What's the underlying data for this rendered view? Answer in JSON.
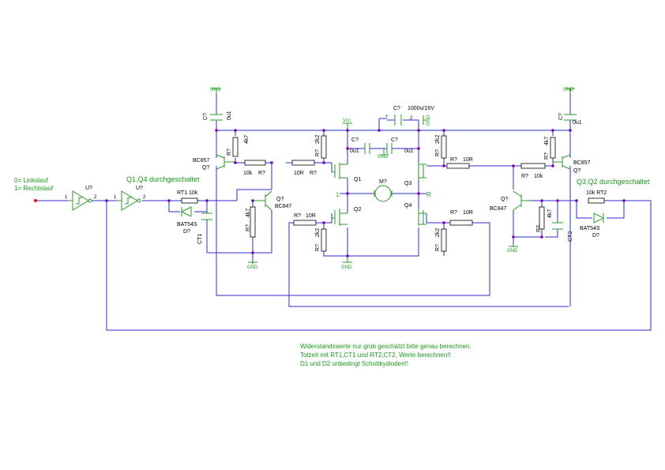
{
  "inputs": {
    "line1": "0= Linkslauf",
    "line2": "1= Rechtslauf"
  },
  "inverters": [
    {
      "ref": "U?",
      "pin_in": "1",
      "pin_out": "2"
    },
    {
      "ref": "U?",
      "pin_in": "1",
      "pin_out": "2"
    }
  ],
  "notes": {
    "q1q4": "Q1,Q4 durchgeschaltet",
    "q3q2": "Q3,Q2 durchgeschaltet",
    "line1": "Widerstandswerte nur grob geschätzt bitte genau berechnen.",
    "line2": "Totzeit mit RT1,CT1 und RT2,CT2. Werte berechnen!!",
    "line3": "D1 und D2 unbedingt Schottkydioden!!"
  },
  "nets": {
    "gnd": "GND",
    "vcc": "Vcc",
    "left": "L",
    "right": "R",
    "motor": "M?"
  },
  "capacitors": {
    "c_left_ref": "C?",
    "c_left_val": "0u1",
    "c_right_ref": "C?",
    "c_right_val": "0u1",
    "c_top_ref": "C?",
    "c_top_val": "1000u/16V",
    "c_mid1_ref": "C?",
    "c_mid1_val": "0u1",
    "c_mid2_ref": "C?",
    "c_mid2_val": "0u1",
    "ct1": "CT1",
    "ct2": "CT2",
    "plus1": "+",
    "plus2": "2"
  },
  "resistors": {
    "rt1": "RT1 10k",
    "rt2": "10k RT2",
    "r_l_base": "R?",
    "r_l_base_val": "4k7",
    "r_l_ser": "10k",
    "r_l_ser_ref": "R?",
    "r_l_10r_val": "10R",
    "r_l_10r_ref": "R?",
    "r_l_2k2_top_ref": "R?",
    "r_l_2k2_top_val": "2k2",
    "r_l_4k7_low_ref": "R?",
    "r_l_4k7_low_val": "4k7",
    "r_l_10r_low_ref": "R?",
    "r_l_10r_low_val": "10R",
    "r_l_2k2_low_ref": "R?",
    "r_l_2k2_low_val": "2k2",
    "r_r_2k2_top_ref": "R?",
    "r_r_2k2_top_val": "2k2",
    "r_r_10r_ref": "R?",
    "r_r_10r_val": "10R",
    "r_r_ser_ref": "R?",
    "r_r_ser_val": "10k",
    "r_r_4k7_ref": "R?",
    "r_r_4k7_val": "4k7",
    "r_r_4k7_low_ref": "R?",
    "r_r_4k7_low_val": "4k7",
    "r_r_10r_low_ref": "R?",
    "r_r_10r_low_val": "10R",
    "r_r_2k2_low_ref": "R?",
    "r_r_2k2_low_val": "2k2"
  },
  "transistors": {
    "left_pnp_type": "BC857",
    "left_pnp_ref": "Q?",
    "left_npn_ref": "Q?",
    "left_npn_type": "BC847",
    "right_pnp_type": "BC857",
    "right_pnp_ref": "Q?",
    "right_npn_ref": "Q?",
    "right_npn_type": "BC847",
    "q1": "Q1",
    "q2": "Q2",
    "q3": "Q3",
    "q4": "Q4"
  },
  "diodes": {
    "d1_type": "BAT54S",
    "d1_ref": "D?",
    "d2_type": "BAT54S",
    "d2_ref": "D?"
  }
}
